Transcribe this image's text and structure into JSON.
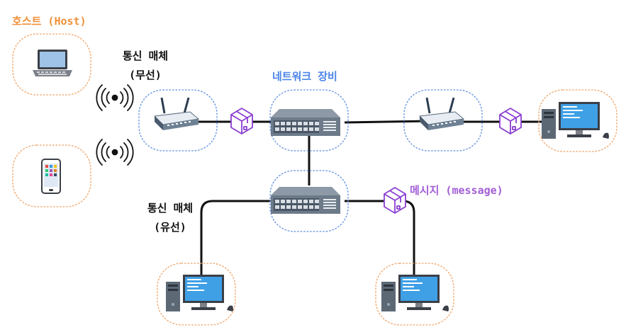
{
  "labels": {
    "host": "호스트 (Host)",
    "wireless_line1": "통신 매체",
    "wireless_line2": "(무선)",
    "network_equipment": "네트워크 장비",
    "message": "메시지 (message)",
    "wired_line1": "통신 매체",
    "wired_line2": "(유선)"
  },
  "colors": {
    "host_label": "#f0913a",
    "equipment_label": "#4a86e8",
    "message_label": "#a25ed6",
    "host_boundary": "#f0a060",
    "equipment_boundary": "#5a8de0",
    "package": "#8a3fd1",
    "link": "#111111"
  }
}
